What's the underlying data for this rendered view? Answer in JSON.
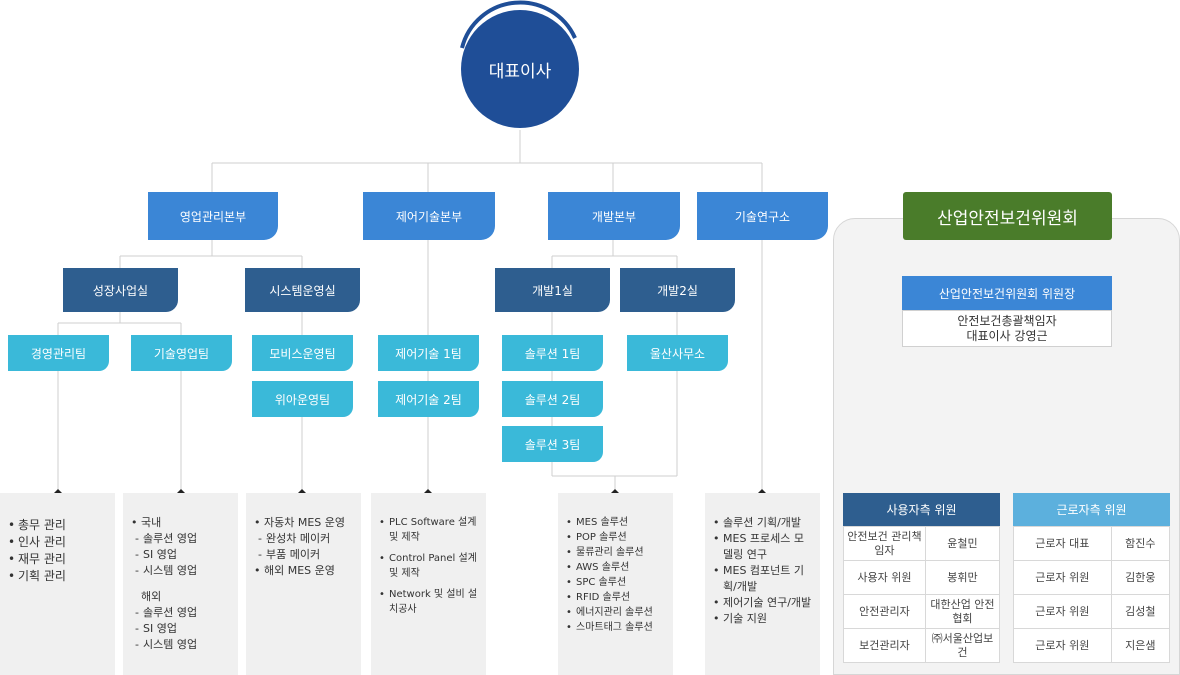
{
  "ceo": "대표이사",
  "divisions": {
    "sales_hq": "영업관리본부",
    "control_hq": "제어기술본부",
    "dev_hq": "개발본부",
    "tech_lab": "기술연구소"
  },
  "offices": {
    "growth": "성장사업실",
    "system_ops": "시스템운영실",
    "dev1": "개발1실",
    "dev2": "개발2실"
  },
  "teams": {
    "biz_mgmt": "경영관리팀",
    "tech_sales": "기술영업팀",
    "mobis_ops": "모비스운영팀",
    "wia_ops": "위아운영팀",
    "control1": "제어기술 1팀",
    "control2": "제어기술 2팀",
    "solution1": "솔루션 1팀",
    "solution2": "솔루션 2팀",
    "solution3": "솔루션 3팀",
    "ulsan": "울산사무소"
  },
  "panels": {
    "biz_mgmt": [
      "총무 관리",
      "인사 관리",
      "재무 관리",
      "기획 관리"
    ],
    "tech_sales": {
      "domestic": "국내",
      "domestic_items": [
        "솔루션 영업",
        "SI 영업",
        "시스템 영업"
      ],
      "overseas": "해외",
      "overseas_items": [
        "솔루션 영업",
        "SI 영업",
        "시스템 영업"
      ]
    },
    "system_ops": [
      "자동차 MES 운영",
      "완성차 메이커",
      "부품 메이커",
      "해외 MES 운영"
    ],
    "control": [
      "PLC Software 설계 및 제작",
      "Control Panel 설계 및 제작",
      "Network 및 설비 설치공사"
    ],
    "solution": [
      "MES 솔루션",
      "POP 솔루션",
      "물류관리 솔루션",
      "AWS 솔루션",
      "SPC 솔루션",
      "RFID 솔루션",
      "에너지관리 솔루션",
      "스마트태그 솔루션"
    ],
    "tech_lab": [
      "솔루션 기획/개발",
      "MES 프로세스 모델링 연구",
      "MES 컴포넌트 기획/개발",
      "제어기술 연구/개발",
      "기술 지원"
    ]
  },
  "safety": {
    "title": "산업안전보건위원회",
    "chair_title": "산업안전보건위원회  위원장",
    "chair_line1": "안전보건총괄책임자",
    "chair_line2": "대표이사 강영근",
    "employer": {
      "header": "사용자측  위원",
      "rows": [
        [
          "안전보건 관리책임자",
          "윤철민"
        ],
        [
          "사용자 위원",
          "봉휘만"
        ],
        [
          "안전관리자",
          "대한산업 안전협회"
        ],
        [
          "보건관리자",
          "㈜서울산업보건"
        ]
      ]
    },
    "worker": {
      "header": "근로자측  위원",
      "rows": [
        [
          "근로자 대표",
          "함진수"
        ],
        [
          "근로자 위원",
          "김한웅"
        ],
        [
          "근로자 위원",
          "김성철"
        ],
        [
          "근로자 위원",
          "지은샘"
        ]
      ]
    }
  },
  "colors": {
    "ceo": "#1f4e97",
    "division": "#3b86d6",
    "office": "#2e5e8f",
    "team": "#3ab9d9",
    "safety_title": "#4a7c2a",
    "worker_header": "#5cb0dd",
    "employer_header": "#2e5e8f"
  }
}
